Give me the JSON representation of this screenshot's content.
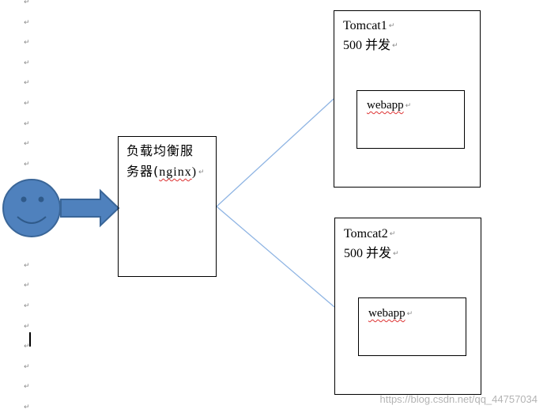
{
  "load_balancer": {
    "label_line1": "负载均衡服",
    "label_line2_prefix": "务器(",
    "label_line2_word": "nginx",
    "label_line2_suffix": ")"
  },
  "servers": [
    {
      "name": "Tomcat1",
      "capacity": "500 并发",
      "app": "webapp"
    },
    {
      "name": "Tomcat2",
      "capacity": "500 并发",
      "app": "webapp"
    }
  ],
  "paragraph_mark": "↵",
  "watermark": "https://blog.csdn.net/qq_44757034",
  "colors": {
    "smiley_fill": "#4f81bd",
    "smiley_stroke": "#3a6698",
    "arrow_fill": "#4f81bd",
    "connector": "#8eb4e3"
  }
}
